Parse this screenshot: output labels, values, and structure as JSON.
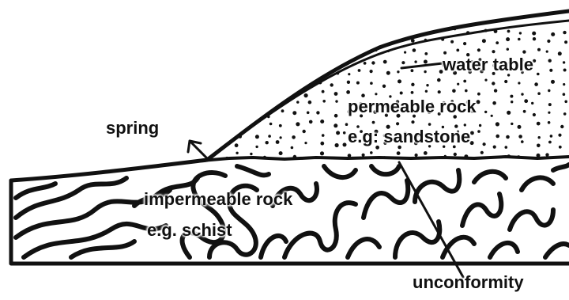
{
  "labels": {
    "water_table": "water table",
    "permeable_rock": "permeable rock",
    "permeable_example": "e.g: sandstone",
    "spring": "spring",
    "impermeable_rock": "impermeable rock",
    "impermeable_example": "e.g. schist",
    "unconformity": "unconformity"
  },
  "colors": {
    "ink": "#111111",
    "background": "#ffffff"
  }
}
